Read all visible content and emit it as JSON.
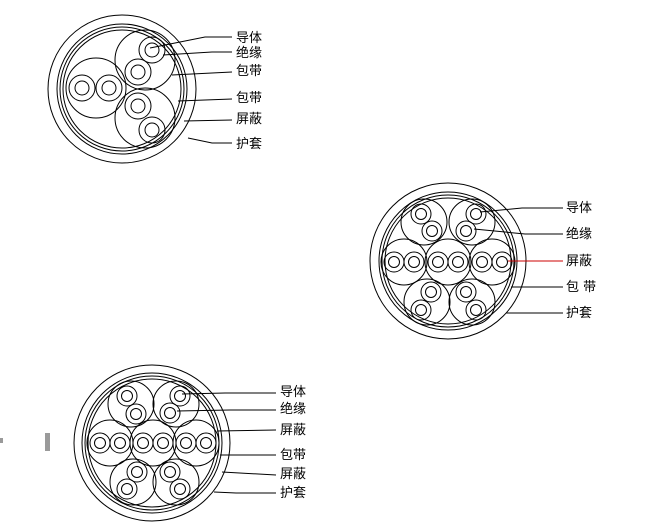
{
  "diagrams": [
    {
      "id": "top-left",
      "labels": [
        "导体",
        "绝缘",
        "包带",
        "包带",
        "屏蔽",
        "护套"
      ]
    },
    {
      "id": "middle-right",
      "labels": [
        "导体",
        "绝缘",
        "屏蔽",
        "包 带",
        "护套"
      ],
      "highlight_color": "#cc0000"
    },
    {
      "id": "bottom-left",
      "labels": [
        "导体",
        "绝缘",
        "屏蔽",
        "包带",
        "屏蔽",
        "护套"
      ]
    }
  ],
  "colors": {
    "stroke": "#000000",
    "background": "#ffffff"
  }
}
